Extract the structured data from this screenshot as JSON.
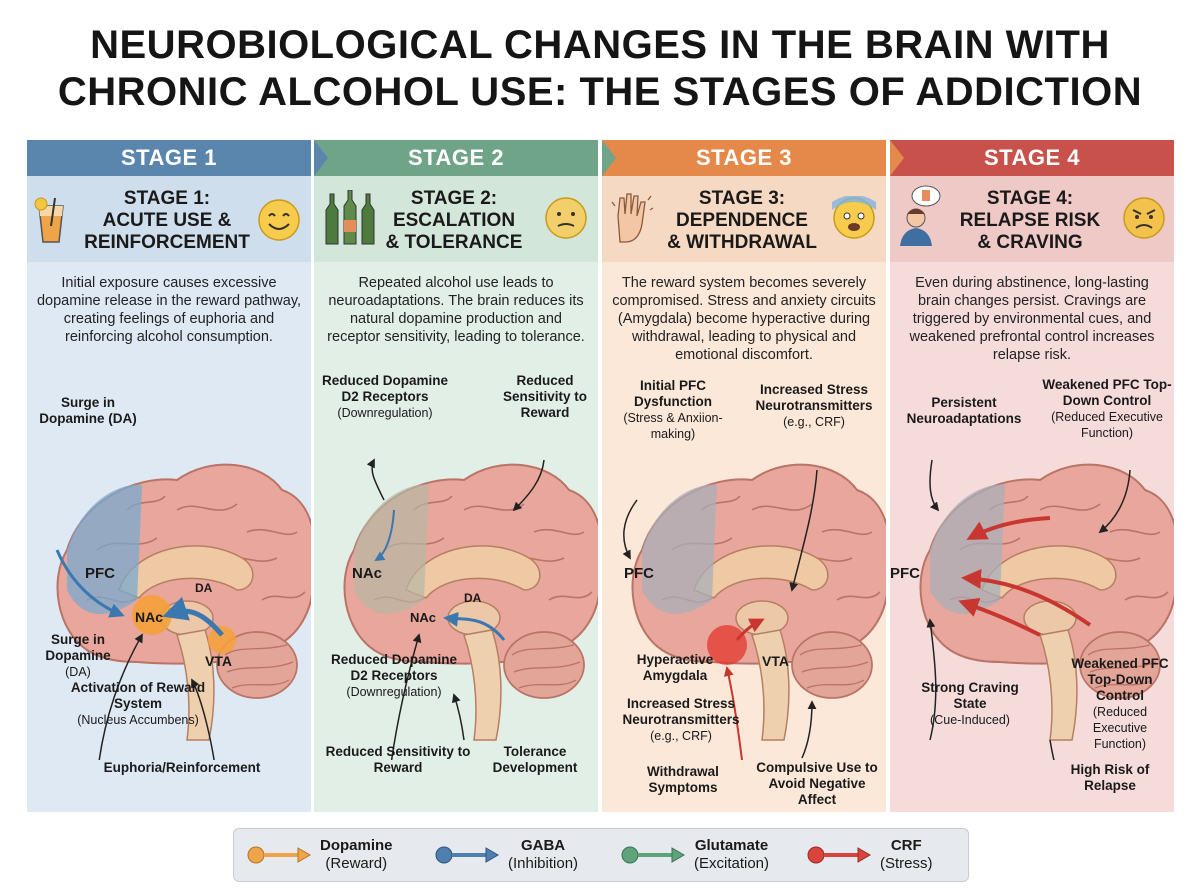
{
  "title": {
    "line1": "NEUROBIOLOGICAL CHANGES IN THE BRAIN WITH",
    "line2": "CHRONIC ALCOHOL USE: THE STAGES OF ADDICTION"
  },
  "colors": {
    "stage1": "#5a86ad",
    "stage2": "#6fa489",
    "stage3": "#e5894b",
    "stage4": "#c9514b"
  },
  "stages": [
    {
      "tab": "STAGE 1",
      "heading1": "STAGE 1:",
      "heading2": "ACUTE USE &",
      "heading3": "REINFORCEMENT",
      "description": "Initial exposure causes excessive dopamine release in the reward pathway, creating feelings of euphoria and reinforcing alcohol consumption.",
      "brain_labels": {
        "pfc": "PFC",
        "nac": "NAc",
        "da": "DA",
        "vta": "VTA"
      },
      "labels": {
        "surge_top_b": "Surge in Dopamine (DA)",
        "surge_bottom_b": "Surge in Dopamine",
        "surge_bottom_i": "(DA)",
        "activation_b": "Activation of Reward System",
        "activation_i": "(Nucleus Accumbens)",
        "euphoria_b": "Euphoria/Reinforcement"
      }
    },
    {
      "tab": "STAGE 2",
      "heading1": "STAGE 2:",
      "heading2": "ESCALATION",
      "heading3": "& TOLERANCE",
      "description": "Repeated alcohol use leads to neuroadaptations. The brain reduces its natural dopamine production and receptor sensitivity, leading to tolerance.",
      "brain_labels": {
        "nac_top": "NAc",
        "nac": "NAc",
        "da": "DA"
      },
      "labels": {
        "receptors_top_b": "Reduced Dopamine D2 Receptors",
        "receptors_top_i": "(Downregulation)",
        "sensitivity_top_b": "Reduced Sensitivity to Reward",
        "receptors_bottom_b": "Reduced Dopamine D2 Receptors",
        "receptors_bottom_i": "(Downregulation)",
        "sensitivity_bottom_b": "Reduced Sensitivity to Reward",
        "tolerance_b": "Tolerance Development"
      }
    },
    {
      "tab": "STAGE 3",
      "heading1": "STAGE 3:",
      "heading2": "DEPENDENCE",
      "heading3": "& WITHDRAWAL",
      "description": "The reward system becomes severely compromised. Stress and anxiety circuits (Amygdala) become hyperactive during withdrawal, leading to physical and emotional discomfort.",
      "brain_labels": {
        "pfc": "PFC",
        "vta": "VTA"
      },
      "labels": {
        "pfc_dys_b": "Initial PFC Dysfunction",
        "pfc_dys_i": "(Stress & Anxiion-making)",
        "stress_top_b": "Increased Stress Neurotransmitters",
        "stress_top_i": "(e.g., CRF)",
        "amygdala_b": "Hyperactive Amygdala",
        "stress_bottom_b": "Increased Stress Neurotransmitters",
        "stress_bottom_i": "(e.g., CRF)",
        "withdrawal_b": "Withdrawal Symptoms",
        "compulsive_b": "Compulsive Use to Avoid Negative Affect"
      }
    },
    {
      "tab": "STAGE 4",
      "heading1": "STAGE 4:",
      "heading2": "RELAPSE RISK",
      "heading3": "& CRAVING",
      "description": "Even during abstinence, long-lasting brain changes persist. Cravings are triggered by environmental cues, and weakened prefrontal control increases relapse risk.",
      "brain_labels": {
        "pfc": "PFC"
      },
      "labels": {
        "persistent_b": "Persistent Neuroadaptations",
        "weak_top_b": "Weakened PFC Top-Down Control",
        "weak_top_i": "(Reduced Executive Function)",
        "craving_b": "Strong Craving State",
        "craving_i": "(Cue-Induced)",
        "weak_bottom_b": "Weakened PFC Top-Down Control",
        "weak_bottom_i": "(Reduced Executive Function)",
        "relapse_b": "High Risk of Relapse"
      }
    }
  ],
  "legend": [
    {
      "name": "Dopamine",
      "sub": "(Reward)",
      "color": "#f0a44a"
    },
    {
      "name": "GABA",
      "sub": "(Inhibition)",
      "color": "#4f7fae"
    },
    {
      "name": "Glutamate",
      "sub": "(Excitation)",
      "color": "#5fa37a"
    },
    {
      "name": "CRF",
      "sub": "(Stress)",
      "color": "#d9453d"
    }
  ]
}
